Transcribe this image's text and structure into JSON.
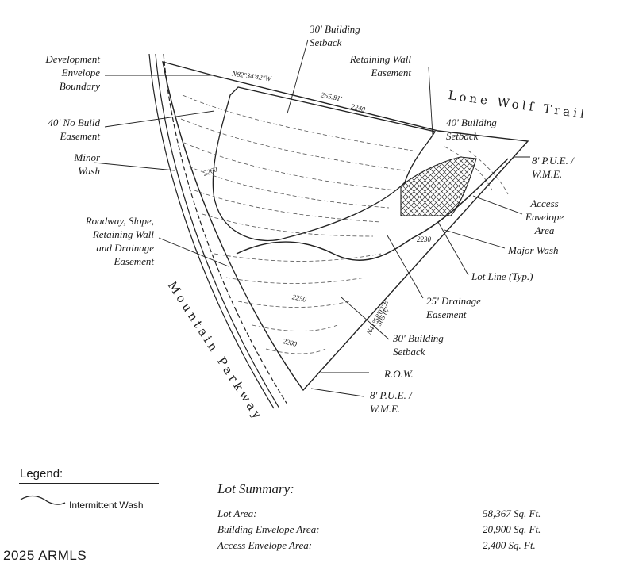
{
  "roads": {
    "lone_wolf": "Lone Wolf Trail",
    "mountain": "Mountain Parkway"
  },
  "labels": {
    "development_envelope": "Development\nEnvelope\nBoundary",
    "no_build": "40' No Build\nEasement",
    "minor_wash": "Minor\nWash",
    "roadway": "Roadway, Slope,\nRetaining Wall\nand Drainage\nEasement",
    "setback_top": "30' Building\nSetback",
    "retaining_wall": "Retaining Wall\nEasement",
    "setback_40": "40' Building\nSetback",
    "pue_top": "8' P.U.E. /\nW.M.E.",
    "access_envelope": "Access\nEnvelope\nArea",
    "major_wash": "Major Wash",
    "lot_line": "Lot Line (Typ.)",
    "drainage": "25' Drainage\nEasement",
    "setback_bottom": "30' Building\nSetback",
    "row": "R.O.W.",
    "pue_bottom": "8' P.U.E. /\nW.M.E."
  },
  "plat_numbers": {
    "bearing_top": "N82°34'42\"W",
    "dist_top": "265.81'",
    "contour_2240": "2240",
    "contour_2260": "2260",
    "contour_2250": "2250",
    "contour_2200": "2200",
    "contour_2230": "2230",
    "bearing_right": "N41°58'02\"E",
    "dist_right": "305.07'"
  },
  "legend": {
    "title": "Legend:",
    "intermittent_wash": "Intermittent Wash"
  },
  "summary": {
    "title": "Lot Summary:",
    "rows": [
      {
        "label": "Lot Area:",
        "value": "58,367 Sq. Ft."
      },
      {
        "label": "Building Envelope Area:",
        "value": "20,900 Sq. Ft."
      },
      {
        "label": "Access Envelope Area:",
        "value": "2,400 Sq. Ft."
      }
    ]
  },
  "copyright": "2025 ARMLS"
}
